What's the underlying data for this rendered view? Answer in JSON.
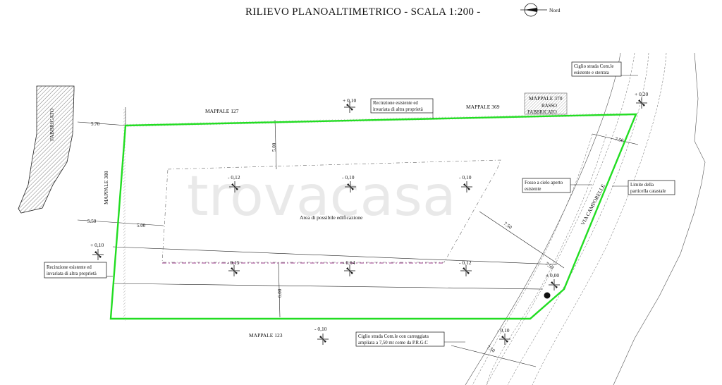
{
  "title": "RILIEVO PLANOALTIMETRICO - SCALA 1:200 -",
  "north_label": "Nord",
  "watermark": "trovacasa",
  "building_label": "FABBRICATO",
  "mappali": {
    "m127": "MAPPALE 127",
    "m369": "MAPPALE 369",
    "m370": "MAPPALE 370",
    "basso": "BASSO FABBRICATO",
    "m308": "MAPPALE 308",
    "m123": "MAPPALE 123"
  },
  "road_name": "VIA CAMPORELLE",
  "area_label": "Area di possibile edificazione",
  "notes": {
    "ciglio_top_1": "Ciglio strada Com.le",
    "ciglio_top_2": "esistente e sterrata",
    "recinzione_top_1": "Recinzione esistente ed",
    "recinzione_top_2": "invariata di altra proprietà",
    "recinzione_left_1": "Recinzione esistente ed",
    "recinzione_left_2": "invariata di altra proprietà",
    "fosso_1": "Fosso a cielo aperto",
    "fosso_2": "esistente",
    "limite_1": "Limite della",
    "limite_2": "particella catastale",
    "ciglio_bot_1": "Ciglio strada Com.le con carreggiata",
    "ciglio_bot_2": "ampliata a 7,50 mt come da P.R.G.C"
  },
  "elevations": [
    {
      "id": "top",
      "value": "+ 0,10"
    },
    {
      "id": "right_top",
      "value": "+ 0,20"
    },
    {
      "id": "r1a",
      "value": "- 0,12"
    },
    {
      "id": "r1b",
      "value": "- 0,10"
    },
    {
      "id": "r1c",
      "value": "- 0,10"
    },
    {
      "id": "left",
      "value": "+ 0,10"
    },
    {
      "id": "r2a",
      "value": "- 0,15"
    },
    {
      "id": "r2b",
      "value": "- 0,14"
    },
    {
      "id": "r2c",
      "value": "- 0,12"
    },
    {
      "id": "zero",
      "value": "± 0,00"
    },
    {
      "id": "bot1",
      "value": "- 0,10"
    },
    {
      "id": "bot2",
      "value": "- 0,10"
    }
  ],
  "dimensions": {
    "d570": "5.70",
    "d500v": "5.00",
    "d550": "5.50",
    "d500h": "5.00",
    "d600": "6.00",
    "d750a": "7.50",
    "d750b": "7.50",
    "d750c": "7.50",
    "d750d": "7.50"
  },
  "colors": {
    "boundary": "#22dd22",
    "fence_dashed": "#9a3a8a"
  }
}
